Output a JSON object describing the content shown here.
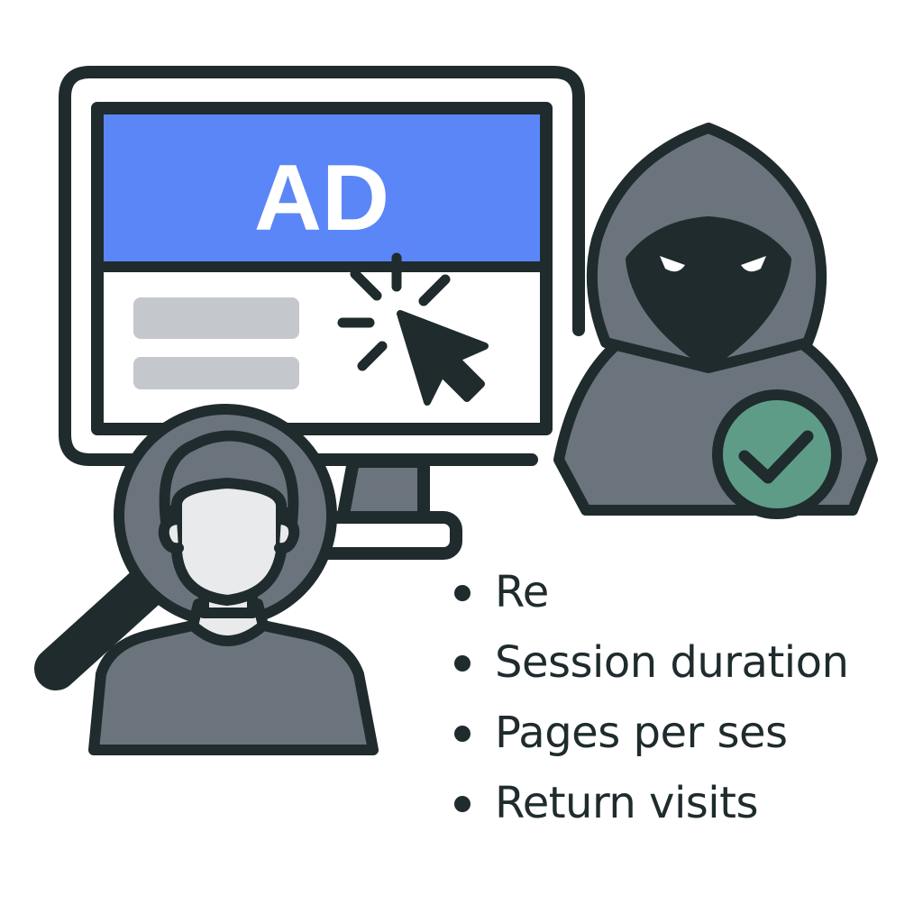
{
  "ad_banner": {
    "label": "AD"
  },
  "bullet_list": {
    "items": [
      {
        "label": "Re"
      },
      {
        "label": "Session duration"
      },
      {
        "label": "Pages per ses"
      },
      {
        "label": "Return visits"
      }
    ]
  },
  "icons": {
    "monitor": "monitor-icon",
    "cursor": "mouse-pointer-click-icon",
    "hacker": "hooded-figure-icon",
    "check": "check-circle-icon",
    "magnifier": "magnifying-glass-icon",
    "user": "user-avatar-icon"
  },
  "colors": {
    "outline": "#1f2b2d",
    "ad_blue": "#5b86f7",
    "gray_dark": "#6b747c",
    "gray_light": "#c4c7cc",
    "check_green": "#5e9c87",
    "face": "#e9eaec"
  }
}
